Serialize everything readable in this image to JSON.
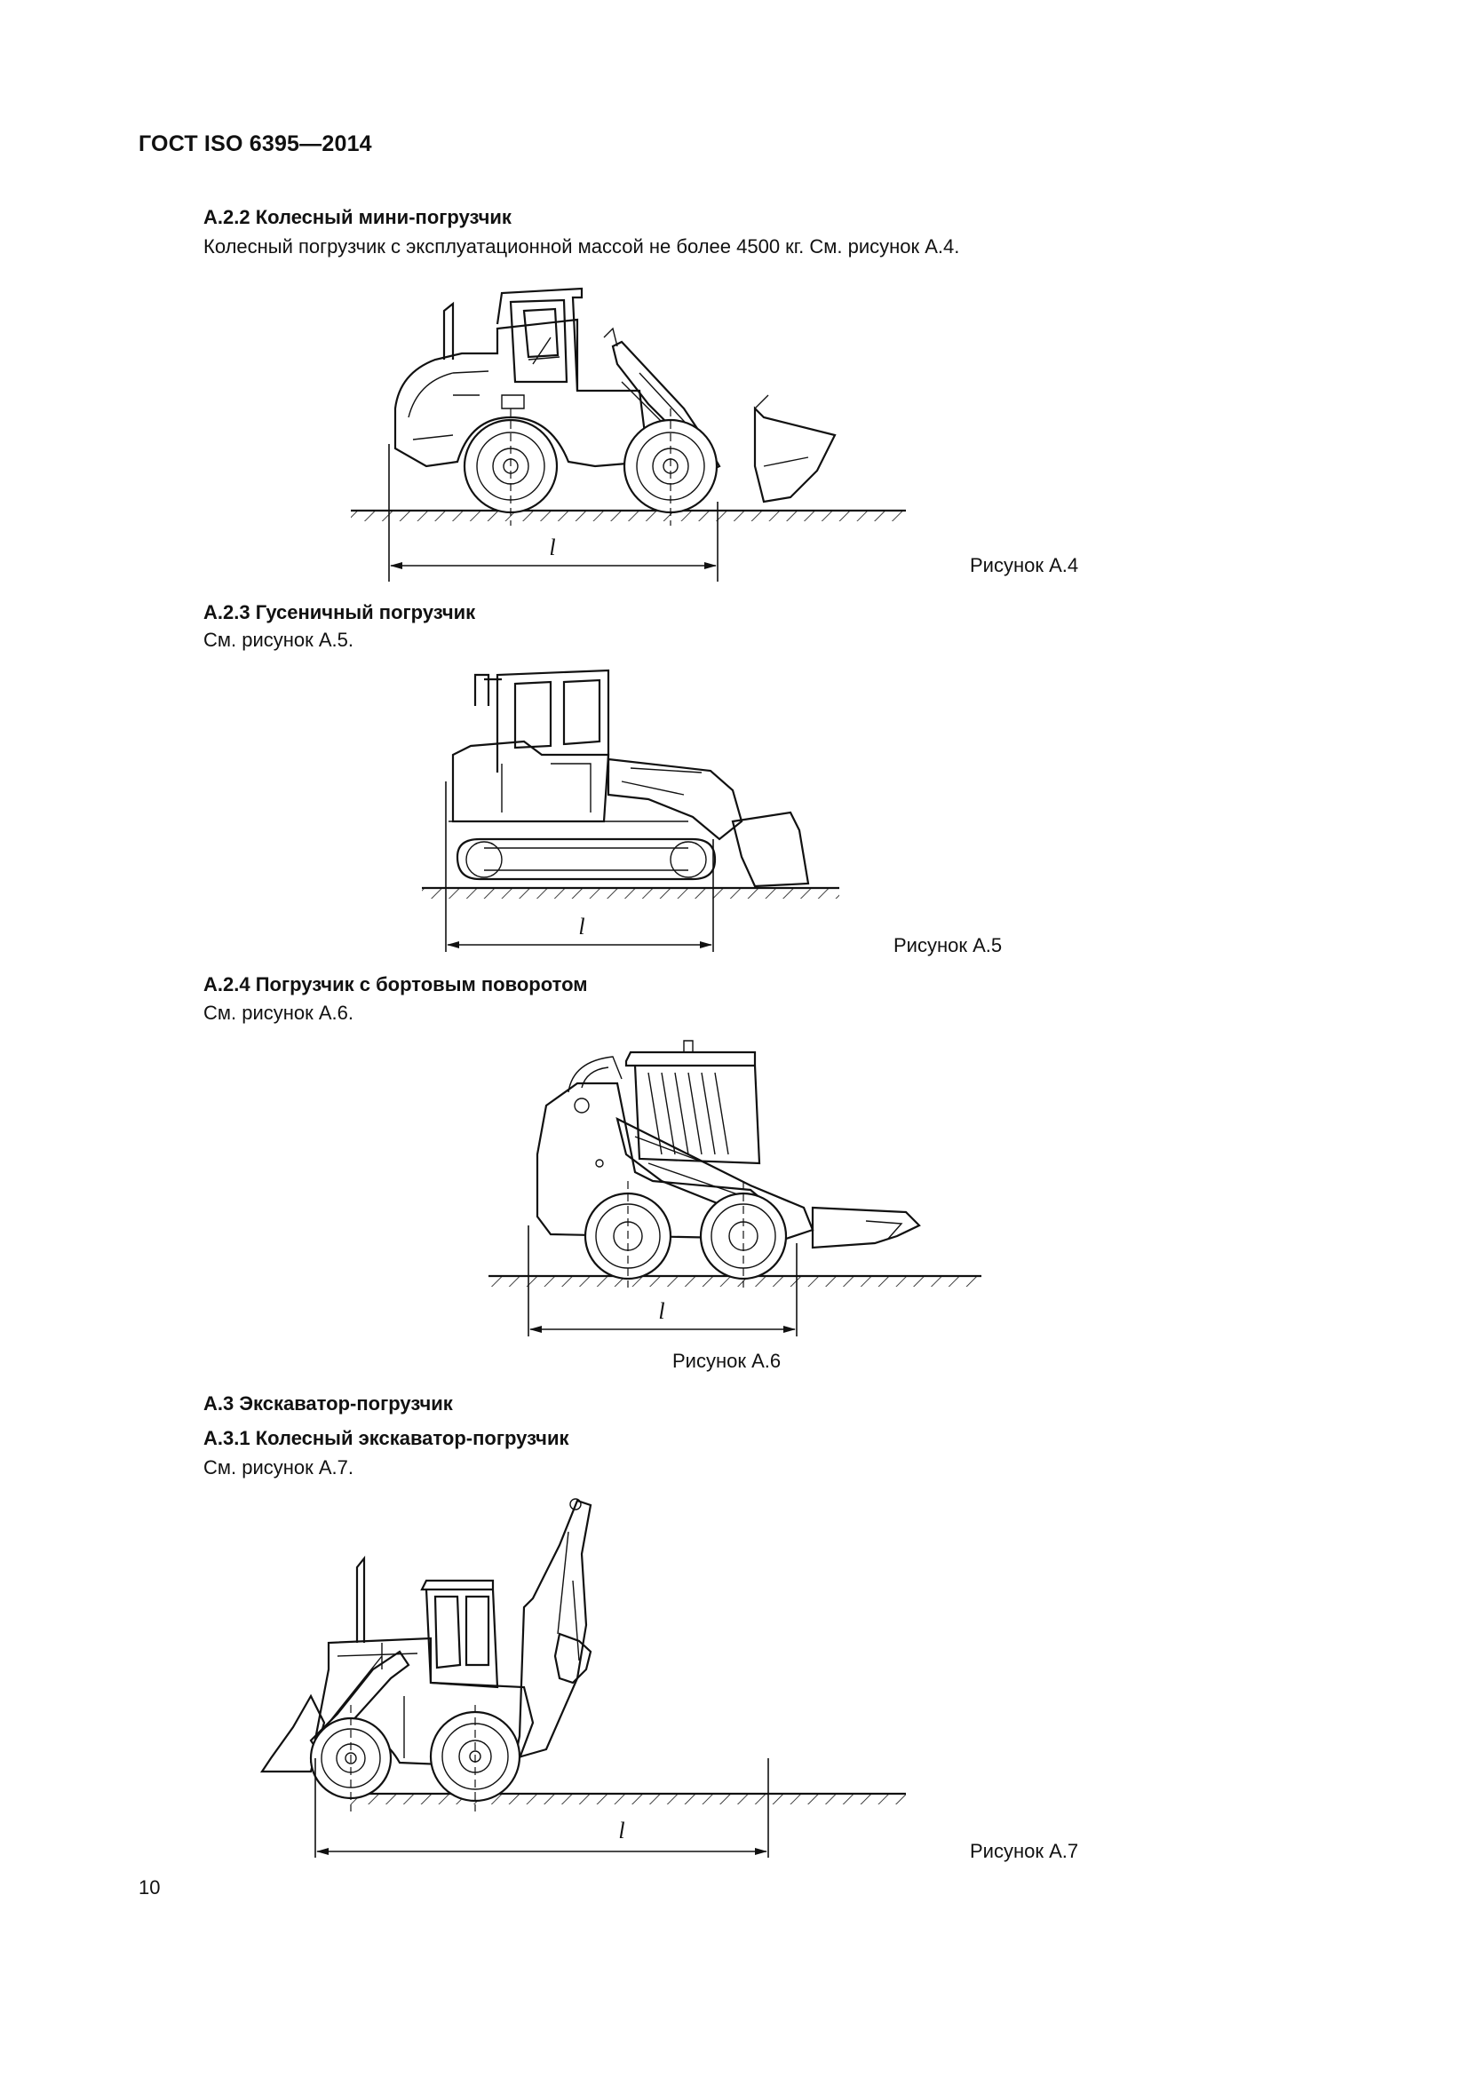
{
  "header": "ГОСТ ISO 6395—2014",
  "sections": [
    {
      "heading": "А.2.2  Колесный мини-погрузчик",
      "text": "Колесный погрузчик с эксплуатационной массой не более 4500 кг. См. рисунок А.4.",
      "caption": "Рисунок А.4",
      "dim_label": "l"
    },
    {
      "heading": "А.2.3  Гусеничный погрузчик",
      "text": "См. рисунок А.5.",
      "caption": "Рисунок А.5",
      "dim_label": "l"
    },
    {
      "heading": "А.2.4  Погрузчик с бортовым поворотом",
      "text": "См. рисунок А.6.",
      "caption": "Рисунок А.6",
      "dim_label": "l"
    },
    {
      "heading": "А.3  Экскаватор-погрузчик",
      "subheading": "А.3.1  Колесный экскаватор-погрузчик",
      "text": "См. рисунок А.7.",
      "caption": "Рисунок А.7",
      "dim_label": "l"
    }
  ],
  "page_number": "10"
}
